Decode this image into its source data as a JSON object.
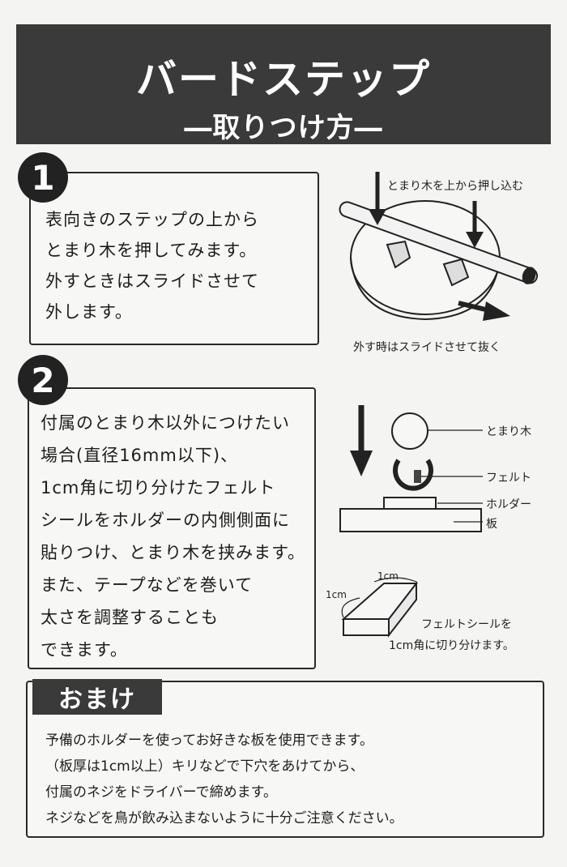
{
  "header": {
    "title": "バードステップ",
    "subtitle": "―取りつけ方―"
  },
  "step1": {
    "number": "1",
    "lines": [
      "表向きのステップの上から",
      "とまり木を押してみます。",
      "外すときはスライドさせて",
      "外します。"
    ],
    "label_top": "とまり木を上から押し込む",
    "label_bottom": "外す時はスライドさせて抜く"
  },
  "step2": {
    "number": "2",
    "lines": [
      "付属のとまり木以外につけたい",
      "場合(直径16mm以下)、",
      "1cm角に切り分けたフェルト",
      "シールをホルダーの内側側面に",
      "貼りつけ、とまり木を挟みます。",
      "また、テープなどを巻いて",
      "太さを調整することも",
      "できます。"
    ],
    "label_perch": "とまり木",
    "label_felt": "フェルト",
    "label_holder": "ホルダー",
    "label_board": "板",
    "dim_top": "1cm",
    "dim_side": "1cm",
    "felt_caption_1": "フェルトシールを",
    "felt_caption_2": "1cm角に切り分けます。"
  },
  "omake": {
    "tab": "おまけ",
    "lines": [
      "予備のホルダーを使ってお好きな板を使用できます。",
      "（板厚は1cm以上）キリなどで下穴をあけてから、",
      "付属のネジをドライバーで締めます。",
      "ネジなどを鳥が飲み込まないように十分ご注意ください。"
    ]
  }
}
